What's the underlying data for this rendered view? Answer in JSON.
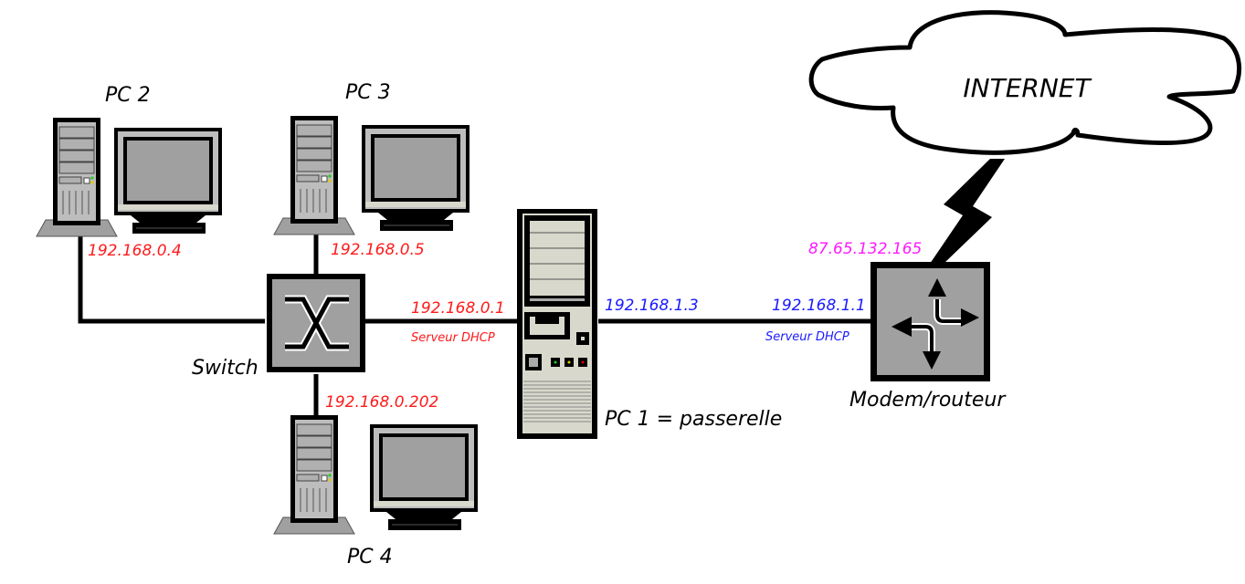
{
  "diagram": {
    "title": "Home network with gateway PC",
    "nodes": {
      "internet": {
        "label": "INTERNET"
      },
      "modem": {
        "label": "Modem/routeur",
        "wan_ip": "87.65.132.165",
        "lan_ip": "192.168.1.1",
        "role": "Serveur DHCP"
      },
      "pc1": {
        "label": "PC 1 = passerelle",
        "ip_wan_side": "192.168.1.3",
        "ip_lan_side": "192.168.0.1",
        "role": "Serveur DHCP"
      },
      "switch": {
        "label": "Switch"
      },
      "pc2": {
        "label": "PC 2",
        "ip": "192.168.0.4"
      },
      "pc3": {
        "label": "PC 3",
        "ip": "192.168.0.5"
      },
      "pc4": {
        "label": "PC 4",
        "ip": "192.168.0.202"
      }
    },
    "links": [
      {
        "from": "pc2",
        "to": "switch",
        "type": "ethernet"
      },
      {
        "from": "pc3",
        "to": "switch",
        "type": "ethernet"
      },
      {
        "from": "pc4",
        "to": "switch",
        "type": "ethernet"
      },
      {
        "from": "switch",
        "to": "pc1",
        "type": "ethernet"
      },
      {
        "from": "pc1",
        "to": "modem",
        "type": "ethernet"
      },
      {
        "from": "modem",
        "to": "internet",
        "type": "wan-lightning"
      }
    ],
    "colors": {
      "lan_subnet": "#ff1a1a",
      "modem_subnet": "#1a1aff",
      "public_ip": "#ff1aff",
      "device_gray": "#a0a0a0",
      "line": "#000000"
    }
  }
}
